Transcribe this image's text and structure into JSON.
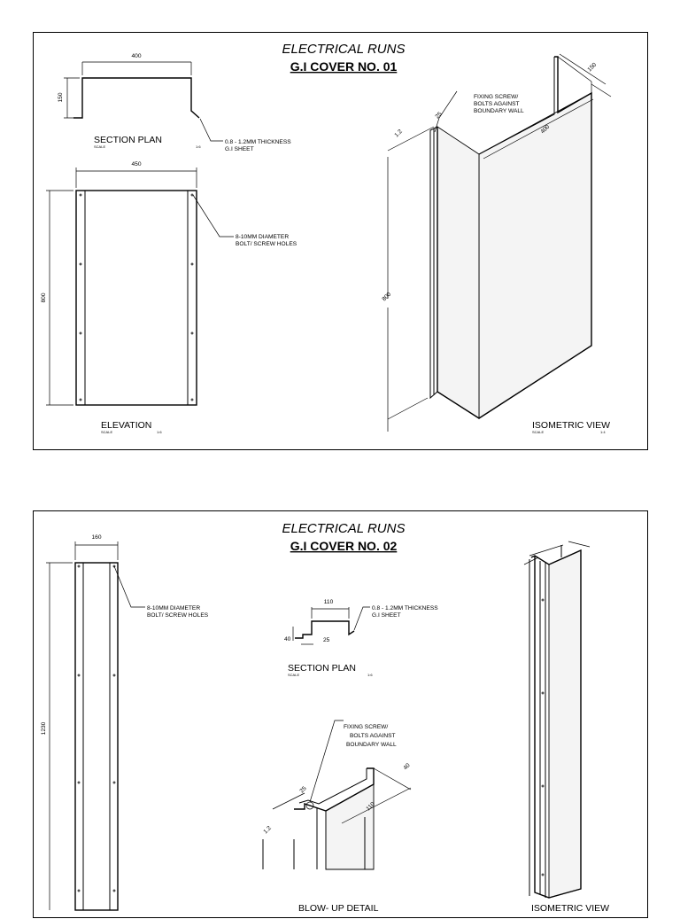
{
  "sheet1": {
    "title": "ELECTRICAL RUNS",
    "subtitle": "G.I COVER  NO. 01",
    "section_plan": {
      "label": "SECTION PLAN",
      "scale_label": "SCALE",
      "scale": "1:6",
      "dim_width": "400",
      "dim_height": "150"
    },
    "thickness_note": [
      "0.8 - 1.2MM THICKNESS",
      "G.I SHEET"
    ],
    "elevation": {
      "label": "ELEVATION",
      "scale_label": "SCALE",
      "scale": "1:6",
      "dim_width": "450",
      "dim_height": "800"
    },
    "hole_note": [
      "8-10MM DIAMETER",
      "BOLT/ SCREW HOLES"
    ],
    "fixing_note": [
      "FIXING SCREW/",
      "BOLTS AGAINST",
      "BOUNDARY WALL"
    ],
    "isometric": {
      "label": "ISOMETRIC VIEW",
      "scale_label": "SCALE",
      "scale": "1:4",
      "dim_depth": "150",
      "dim_width": "400",
      "dim_flange": "25",
      "dim_lip": "1.2",
      "dim_height": "800"
    }
  },
  "sheet2": {
    "title": "ELECTRICAL RUNS",
    "subtitle": "G.I COVER  NO. 02",
    "elevation": {
      "dim_width": "160",
      "dim_height": "1230"
    },
    "hole_note": [
      "8-10MM DIAMETER",
      "BOLT/ SCREW HOLES"
    ],
    "section_plan": {
      "label": "SECTION PLAN",
      "scale_label": "SCALE",
      "scale": "1:6",
      "dim_top": "110",
      "dim_side": "40",
      "dim_flange": "25"
    },
    "thickness_note": [
      "0.8 - 1.2MM THICKNESS",
      "G.I SHEET"
    ],
    "fixing_note": [
      "FIXING SCREW/",
      "BOLTS AGAINST",
      "BOUNDARY WALL"
    ],
    "blowup": {
      "label": "BLOW- UP DETAIL",
      "dim_depth": "40",
      "dim_width": "110",
      "dim_flange": "25",
      "dim_lip": "1.2"
    },
    "isometric": {
      "label": "ISOMETRIC VIEW"
    }
  }
}
